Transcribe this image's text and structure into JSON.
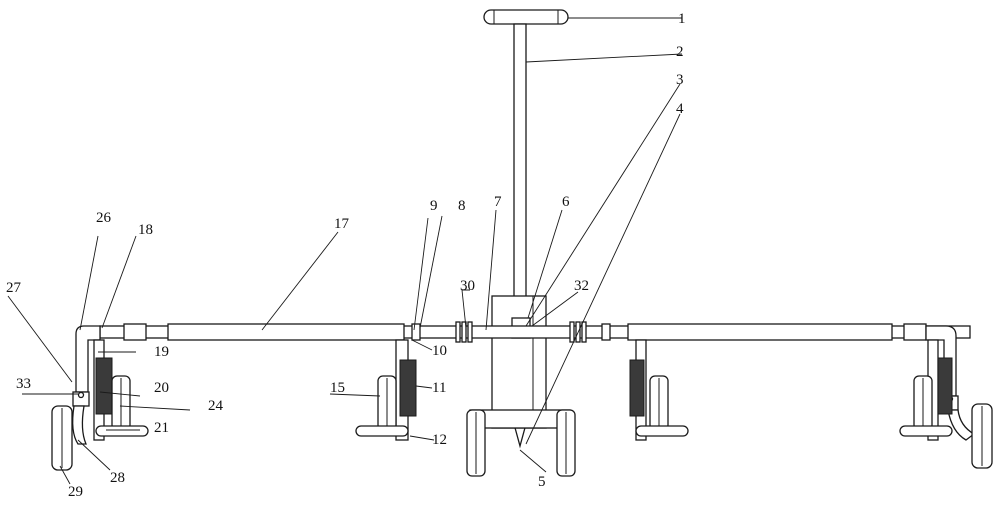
{
  "labels": {
    "l1": "1",
    "l2": "2",
    "l3": "3",
    "l4": "4",
    "l5": "5",
    "l6": "6",
    "l7": "7",
    "l8": "8",
    "l9": "9",
    "l10": "10",
    "l11": "11",
    "l12": "12",
    "l15": "15",
    "l17": "17",
    "l18": "18",
    "l19": "19",
    "l20": "20",
    "l21": "21",
    "l24": "24",
    "l26": "26",
    "l27": "27",
    "l28": "28",
    "l29": "29",
    "l30": "30",
    "l32": "32",
    "l33": "33"
  },
  "colors": {
    "line": "#1a1a1a",
    "spring": "#3a3a3a",
    "background": "#ffffff"
  }
}
